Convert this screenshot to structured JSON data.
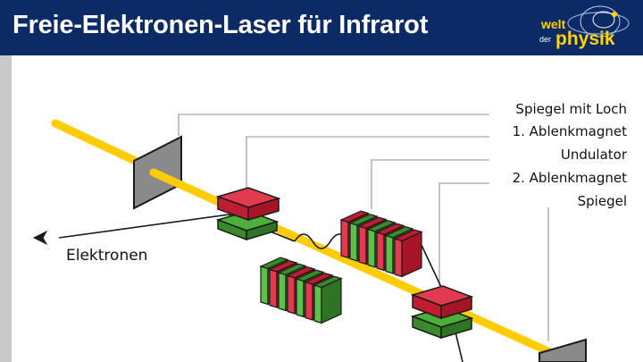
{
  "header": {
    "title": "Freie-Elektronen-Laser für Infrarot"
  },
  "logo": {
    "line1": "welt",
    "line2": "der",
    "line3": "physik"
  },
  "labels": {
    "mirror_hole": "Spiegel mit Loch",
    "magnet1": "1. Ablenkmagnet",
    "undulator": "Undulator",
    "magnet2": "2. Ablenkmagnet",
    "mirror": "Spiegel",
    "electrons": "Elektronen"
  },
  "colors": {
    "header_bg": "#0b2a66",
    "laser_beam": "#ffcc00",
    "magnet_red": "#d9233a",
    "magnet_green": "#4caf3a",
    "mirror_grey": "#8a8a8a",
    "leader_line": "#b5b5b5"
  }
}
